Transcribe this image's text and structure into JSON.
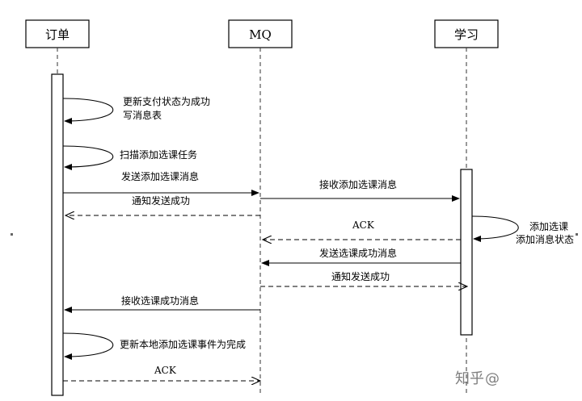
{
  "participants": [
    {
      "id": "order",
      "label": "订单"
    },
    {
      "id": "mq",
      "label": "MQ"
    },
    {
      "id": "study",
      "label": "学习"
    }
  ],
  "messages": [
    {
      "id": "m1",
      "type": "self",
      "label": "更新支付状态为成功",
      "label2": "写消息表"
    },
    {
      "id": "m2",
      "type": "self",
      "label": "扫描添加选课任务"
    },
    {
      "id": "m3",
      "type": "sync",
      "label": "发送添加选课消息"
    },
    {
      "id": "m4",
      "type": "return",
      "label": "通知发送成功"
    },
    {
      "id": "m5",
      "type": "sync",
      "label": "接收添加选课消息"
    },
    {
      "id": "m6",
      "type": "self",
      "label": "添加选课",
      "label2": "添加消息状态"
    },
    {
      "id": "m7",
      "type": "return",
      "label": "ACK"
    },
    {
      "id": "m8",
      "type": "sync",
      "label": "发送选课成功消息"
    },
    {
      "id": "m9",
      "type": "return",
      "label": "通知发送成功"
    },
    {
      "id": "m10",
      "type": "sync",
      "label": "接收选课成功消息"
    },
    {
      "id": "m11",
      "type": "self",
      "label": "更新本地添加选课事件为完成"
    },
    {
      "id": "m12",
      "type": "return",
      "label": "ACK"
    }
  ],
  "watermark": {
    "platform": "知乎"
  }
}
